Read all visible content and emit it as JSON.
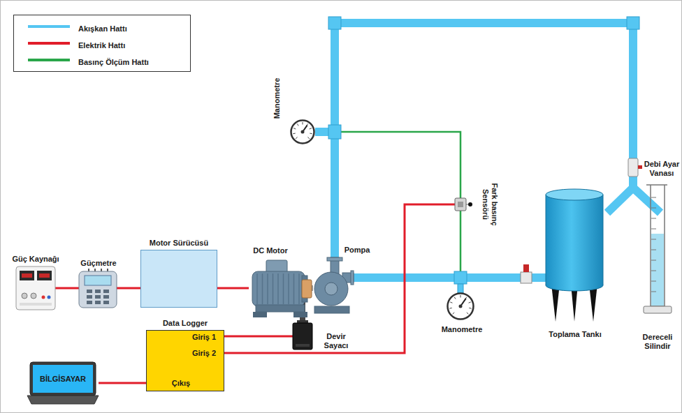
{
  "diagram": {
    "nodes": [
      {
        "text": [
          "Güç Kaynağı"
        ]
      },
      {
        "text": [
          "Güçmetre"
        ]
      },
      {
        "text": [
          "Motor Sürücüsü"
        ]
      },
      {
        "text": [
          "DC Motor"
        ]
      },
      {
        "text": [
          "Pompa"
        ]
      },
      {
        "text": [
          "Devir Sayacı"
        ]
      },
      {
        "text": [
          "Data Logger",
          "Giriş 1",
          "Giriş 2",
          "Çıkış"
        ]
      },
      {
        "text": [
          "BİLGİSAYAR"
        ]
      },
      {
        "text": [
          "Manometre"
        ]
      },
      {
        "text": [
          "Fark basınç Sensörü"
        ]
      },
      {
        "text": [
          "Manometre"
        ]
      },
      {
        "text": [
          "Toplama Tankı"
        ]
      },
      {
        "text": [
          "Dereceli Silindir"
        ]
      },
      {
        "text": [
          "Debi Ayar Vanası"
        ]
      }
    ],
    "edges": [
      {
        "from": 8,
        "to": 9,
        "arrow": "none"
      },
      {
        "from": 9,
        "to": 10,
        "arrow": "none"
      },
      {
        "from": 4,
        "to": 8,
        "arrow": "none"
      },
      {
        "from": 8,
        "to": 13,
        "arrow": "none"
      },
      {
        "from": 4,
        "to": 11,
        "arrow": "none"
      },
      {
        "from": 0,
        "to": 1,
        "arrow": "none"
      },
      {
        "from": 1,
        "to": 2,
        "arrow": "none"
      },
      {
        "from": 2,
        "to": 3,
        "arrow": "none"
      },
      {
        "from": 5,
        "to": 6,
        "arrow": "none"
      },
      {
        "from": 9,
        "to": 6,
        "arrow": "none"
      },
      {
        "from": 6,
        "to": 7,
        "arrow": "none"
      }
    ],
    "legend": [
      {
        "text": "Akışkan Hattı",
        "color": "#55c6f2"
      },
      {
        "text": "Elektrik Hattı",
        "color": "#e11d2a"
      },
      {
        "text": "Basınç Ölçüm Hattı",
        "color": "#2aa64a"
      }
    ]
  }
}
